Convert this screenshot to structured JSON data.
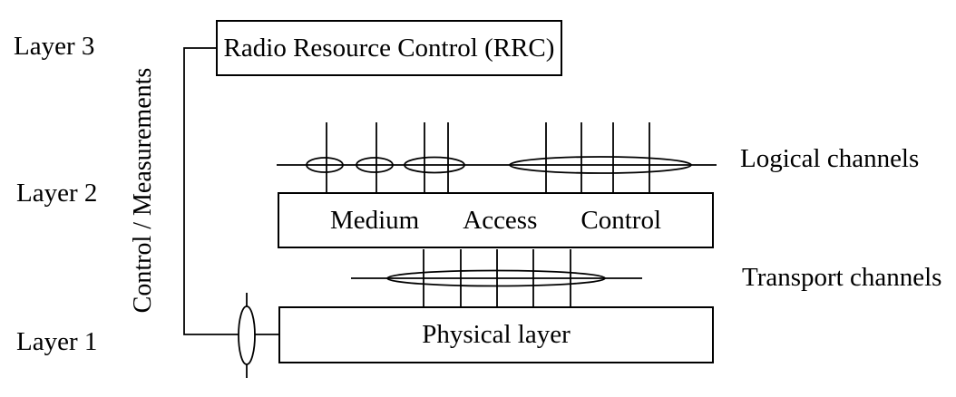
{
  "layers": [
    {
      "label": "Layer 3"
    },
    {
      "label": "Layer 2"
    },
    {
      "label": "Layer 1"
    }
  ],
  "boxes": {
    "rrc": {
      "label": "Radio Resource Control (RRC)"
    },
    "mac": {
      "words": [
        "Medium",
        "Access",
        "Control"
      ]
    },
    "phy": {
      "label": "Physical layer"
    }
  },
  "channels": {
    "logical": "Logical channels",
    "transport": "Transport channels"
  },
  "control_label": "Control / Measurements",
  "colors": {
    "line": "#000000",
    "background": "#ffffff"
  }
}
